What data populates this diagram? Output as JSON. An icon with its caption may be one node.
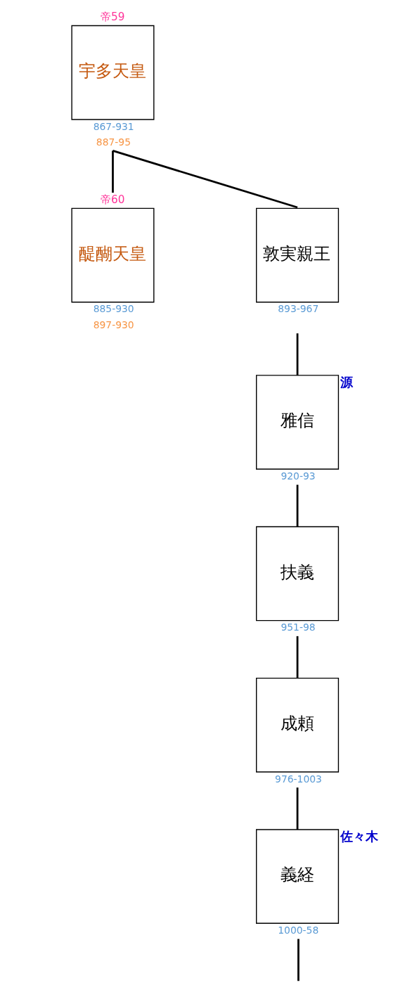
{
  "diagram": {
    "nodes": [
      {
        "text": [
          "宇多天皇"
        ],
        "beside": [
          "帝59",
          "867-931",
          "887-95"
        ]
      },
      {
        "text": [
          "醍醐天皇"
        ],
        "beside": [
          "帝60",
          "885-930",
          "897-930"
        ]
      },
      {
        "text": [
          "敦実親王"
        ],
        "beside": [
          "893-967"
        ]
      },
      {
        "text": [
          "雅信"
        ],
        "beside": [
          "源",
          "920-93"
        ]
      },
      {
        "text": [
          "扶義"
        ],
        "beside": [
          "951-98"
        ]
      },
      {
        "text": [
          "成頼"
        ],
        "beside": [
          "976-1003"
        ]
      },
      {
        "text": [
          "義経"
        ],
        "beside": [
          "佐々木",
          "1000-58"
        ]
      }
    ],
    "edges": [
      {
        "from": 0,
        "to": 1,
        "arrow": "none"
      },
      {
        "from": 0,
        "to": 2,
        "arrow": "none"
      },
      {
        "from": 2,
        "to": 3,
        "arrow": "none"
      },
      {
        "from": 3,
        "to": 4,
        "arrow": "none"
      },
      {
        "from": 4,
        "to": 5,
        "arrow": "none"
      },
      {
        "from": 5,
        "to": 6,
        "arrow": "none"
      },
      {
        "from": 6,
        "to": null,
        "arrow": "none"
      }
    ]
  }
}
